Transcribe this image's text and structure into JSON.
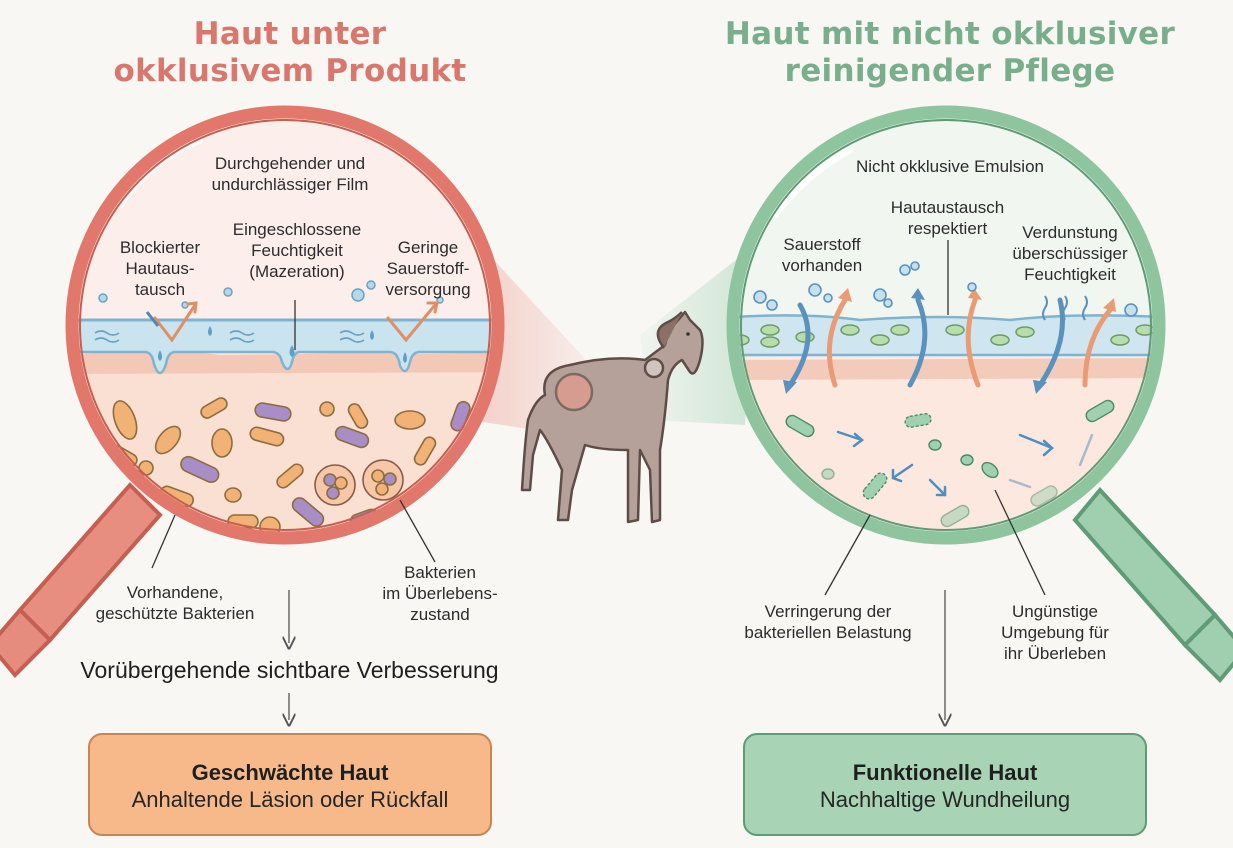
{
  "left": {
    "title": "Haut unter\nokklusivem Produkt",
    "film_label": "Durchgehender und\nundurchlässiger Film",
    "moisture_label": "Eingeschlossene\nFeuchtigkeit\n(Mazeration)",
    "exchange_label": "Blockierter\nHautaus-\ntausch",
    "oxygen_label": "Geringe\nSauerstoff-\nversorgung",
    "bacteria_protected_label": "Vorhandene,\ngeschützte Bakterien",
    "bacteria_survival_label": "Bakterien\nim Überlebens-\nzustand",
    "statement": "Vorübergehende sichtbare Verbesserung",
    "box_title": "Geschwächte Haut",
    "box_subtitle": "Anhaltende Läsion oder Rückfall"
  },
  "right": {
    "title": "Haut mit nicht okklusiver\nreinigender Pflege",
    "emulsion_label": "Nicht okklusive Emulsion",
    "exchange_label": "Hautaustausch\nrespektiert",
    "oxygen_label": "Sauerstoff\nvorhanden",
    "evaporation_label": "Verdunstung\nüberschüssiger\nFeuchtigkeit",
    "reduction_label": "Verringerung der\nbakteriellen Belastung",
    "environment_label": "Ungünstige\nUmgebung für\nihr Überleben",
    "box_title": "Funktionelle Haut",
    "box_subtitle": "Nachhaltige Wundheilung"
  },
  "colors": {
    "left_accent": "#d9776d",
    "right_accent": "#79ae8c",
    "left_box": "#f7b98a",
    "right_box": "#a8d3b5"
  }
}
